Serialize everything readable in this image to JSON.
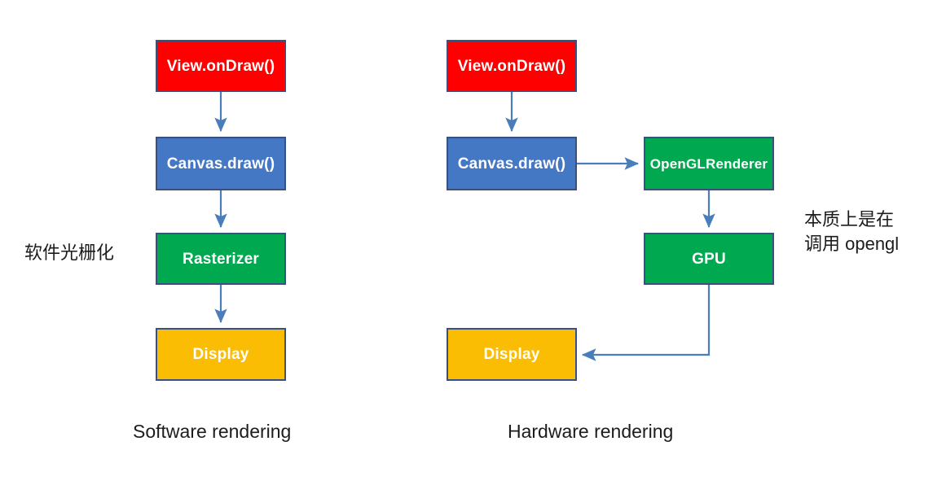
{
  "diagram": {
    "title_software": "Software rendering",
    "title_hardware": "Hardware rendering",
    "palette": {
      "red": "#ff0000",
      "blue": "#4477c4",
      "green": "#00a94f",
      "yellow": "#fbbc04",
      "border": "#3a5080",
      "arrow": "#4a7ebb",
      "text_dark": "#1c1c1c",
      "background": "#ffffff"
    },
    "software_flow": {
      "caption": "Software rendering",
      "annotation": "软件光栅化",
      "nodes": [
        {
          "id": "sw-view-ondraw",
          "label": "View.onDraw()",
          "color": "red"
        },
        {
          "id": "sw-canvas-draw",
          "label": "Canvas.draw()",
          "color": "blue"
        },
        {
          "id": "sw-rasterizer",
          "label": "Rasterizer",
          "color": "green"
        },
        {
          "id": "sw-display",
          "label": "Display",
          "color": "yellow"
        }
      ],
      "edges": [
        {
          "from": "sw-view-ondraw",
          "to": "sw-canvas-draw"
        },
        {
          "from": "sw-canvas-draw",
          "to": "sw-rasterizer"
        },
        {
          "from": "sw-rasterizer",
          "to": "sw-display"
        }
      ]
    },
    "hardware_flow": {
      "caption": "Hardware rendering",
      "annotation_line1": "本质上是在",
      "annotation_line2": "调用 opengl",
      "nodes": [
        {
          "id": "hw-view-ondraw",
          "label": "View.onDraw()",
          "color": "red"
        },
        {
          "id": "hw-canvas-draw",
          "label": "Canvas.draw()",
          "color": "blue"
        },
        {
          "id": "hw-opengl-renderer",
          "label": "OpenGLRenderer",
          "color": "green"
        },
        {
          "id": "hw-gpu",
          "label": "GPU",
          "color": "green"
        },
        {
          "id": "hw-display",
          "label": "Display",
          "color": "yellow"
        }
      ],
      "edges": [
        {
          "from": "hw-view-ondraw",
          "to": "hw-canvas-draw"
        },
        {
          "from": "hw-canvas-draw",
          "to": "hw-opengl-renderer"
        },
        {
          "from": "hw-opengl-renderer",
          "to": "hw-gpu"
        },
        {
          "from": "hw-gpu",
          "to": "hw-display"
        }
      ]
    }
  }
}
